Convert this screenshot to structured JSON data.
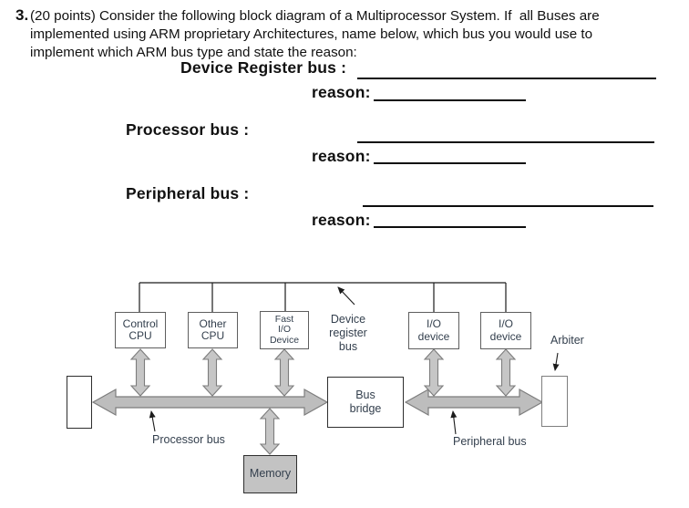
{
  "question": {
    "number": "3.",
    "lines": [
      "(20 points) Consider the following block diagram of a Multiprocessor System. If  all Buses are",
      "implemented using ARM proprietary Architectures, name below, which bus you would use to",
      "implement which ARM bus type and state the reason:"
    ]
  },
  "answers": {
    "device_register": {
      "label": "Device Register bus :",
      "reason_label": "reason:"
    },
    "processor": {
      "label": "Processor bus :",
      "reason_label": "reason:"
    },
    "peripheral": {
      "label": "Peripheral bus :",
      "reason_label": "reason:"
    }
  },
  "diagram": {
    "boxes": {
      "control_cpu": {
        "lines": [
          "Control",
          "CPU"
        ]
      },
      "other_cpu": {
        "lines": [
          "Other",
          "CPU"
        ]
      },
      "fast_io": {
        "lines": [
          "Fast",
          "I/O",
          "Device"
        ]
      },
      "io_device_1": {
        "lines": [
          "I/O",
          "device"
        ]
      },
      "io_device_2": {
        "lines": [
          "I/O",
          "device"
        ]
      },
      "bus_bridge": {
        "lines": [
          "Bus",
          "bridge"
        ]
      },
      "memory": {
        "lines": [
          "Memory"
        ]
      }
    },
    "labels": {
      "device_register_bus": [
        "Device",
        "register",
        "bus"
      ],
      "arbiter": "Arbiter",
      "processor_bus": "Processor bus",
      "peripheral_bus": "Peripheral bus"
    },
    "colors": {
      "bus_fill": "#bdbdbd",
      "bus_stroke": "#7d7d7d",
      "arrow_fill": "#c6c6c6",
      "arrow_stroke": "#7d7d7d",
      "line_color": "#1c1c1c",
      "memory_fill": "#c3c3c3",
      "diagram_text": "#333f4d"
    }
  }
}
